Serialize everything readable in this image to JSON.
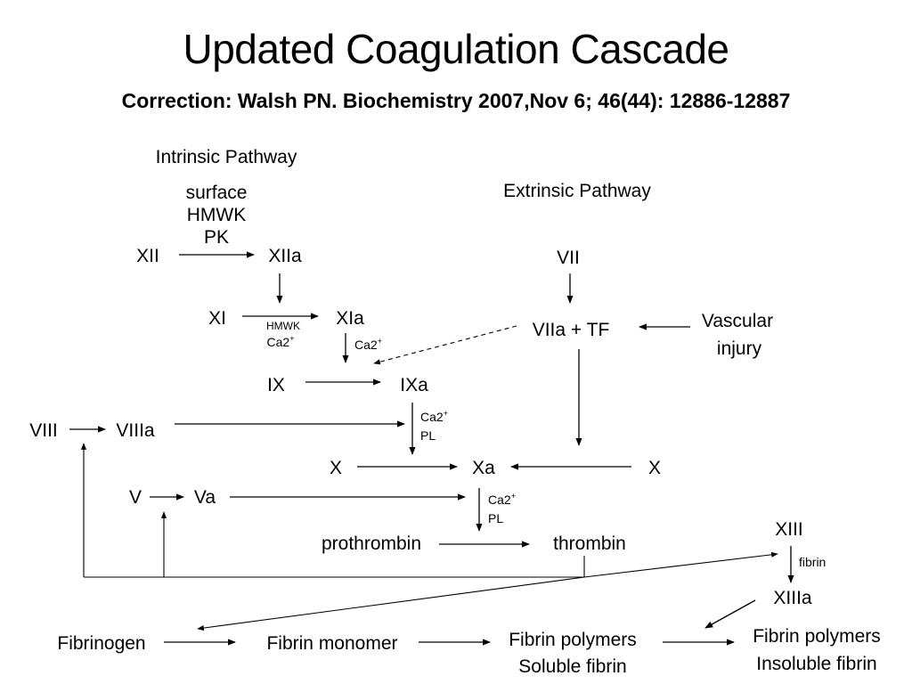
{
  "title": "Updated Coagulation Cascade",
  "subtitle": "Correction: Walsh PN. Biochemistry 2007,Nov 6; 46(44): 12886-12887",
  "pathways": {
    "intrinsic": "Intrinsic Pathway",
    "extrinsic": "Extrinsic Pathway"
  },
  "factors": {
    "xii": "XII",
    "xiia": "XIIa",
    "xi": "XI",
    "xia": "XIa",
    "ix": "IX",
    "ixa": "IXa",
    "viii": "VIII",
    "viiia": "VIIIa",
    "x_left": "X",
    "xa": "Xa",
    "x_right": "X",
    "v": "V",
    "va": "Va",
    "prothrombin": "prothrombin",
    "thrombin": "thrombin",
    "vii": "VII",
    "viia_tf": "VIIa + TF",
    "vascular": "Vascular",
    "injury": "injury",
    "xiii": "XIII",
    "xiiia": "XIIIa",
    "fibrinogen": "Fibrinogen",
    "fibrin_monomer": "Fibrin monomer",
    "fibrin_polymers_soluble_1": "Fibrin polymers",
    "fibrin_polymers_soluble_2": "Soluble fibrin",
    "fibrin_polymers_insoluble_1": "Fibrin polymers",
    "fibrin_polymers_insoluble_2": "Insoluble fibrin"
  },
  "cofactors": {
    "surface": "surface",
    "hmwk": "HMWK",
    "pk": "PK",
    "hmwk_small": "HMWK",
    "ca2_small": "Ca2",
    "ca2_xia": "Ca2",
    "ca2_ixa": "Ca2",
    "pl_ixa": "PL",
    "ca2_xa": "Ca2",
    "pl_xa": "PL",
    "fibrin": "fibrin",
    "plus": "+"
  }
}
